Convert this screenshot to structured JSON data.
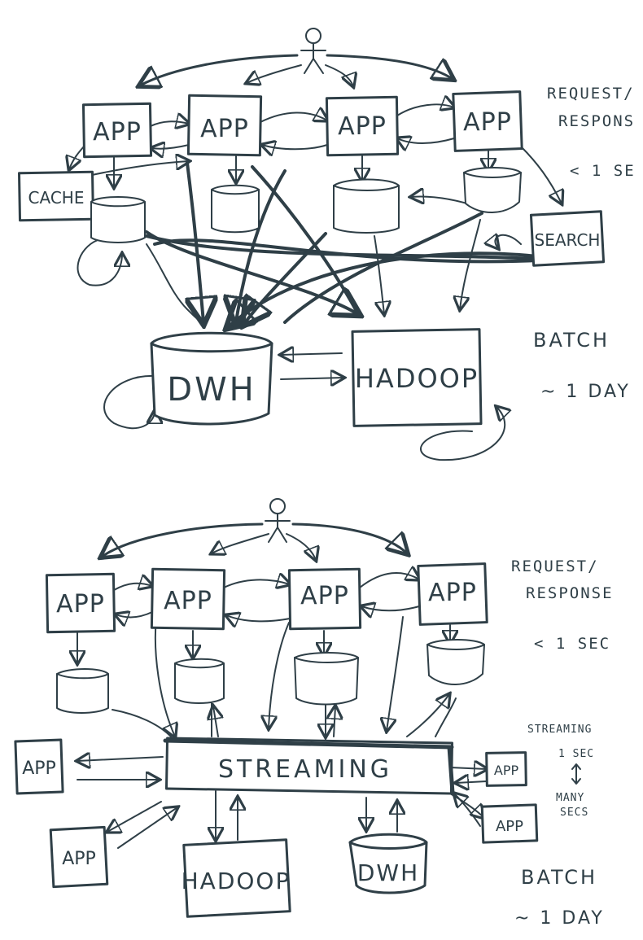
{
  "colors": {
    "ink": "#2f3f47",
    "background": "#ffffff"
  },
  "top": {
    "app_1": "APP",
    "app_2": "APP",
    "app_3": "APP",
    "app_4": "APP",
    "cache": "CACHE",
    "search": "SEARCH",
    "dwh": "DWH",
    "hadoop": "HADOOP",
    "request_line1": "REQUEST/",
    "request_line2": "RESPONS",
    "latency_request": "< 1 SE",
    "batch": "BATCH",
    "latency_batch": "~ 1 DAY"
  },
  "bottom": {
    "app_1": "APP",
    "app_2": "APP",
    "app_3": "APP",
    "app_4": "APP",
    "app_left": "APP",
    "app_lower_left": "APP",
    "app_right_1": "APP",
    "app_right_2": "APP",
    "streaming": "STREAMING",
    "hadoop": "HADOOP",
    "dwh": "DWH",
    "request_line1": "REQUEST/",
    "request_line2": "RESPONSE",
    "latency_request": "< 1 SEC",
    "streaming_label": "STREAMING",
    "latency_streaming_line1": "1 SEC",
    "latency_streaming_line2": "MANY",
    "latency_streaming_line3": "SECS",
    "batch": "BATCH",
    "latency_batch": "~ 1 DAY"
  }
}
